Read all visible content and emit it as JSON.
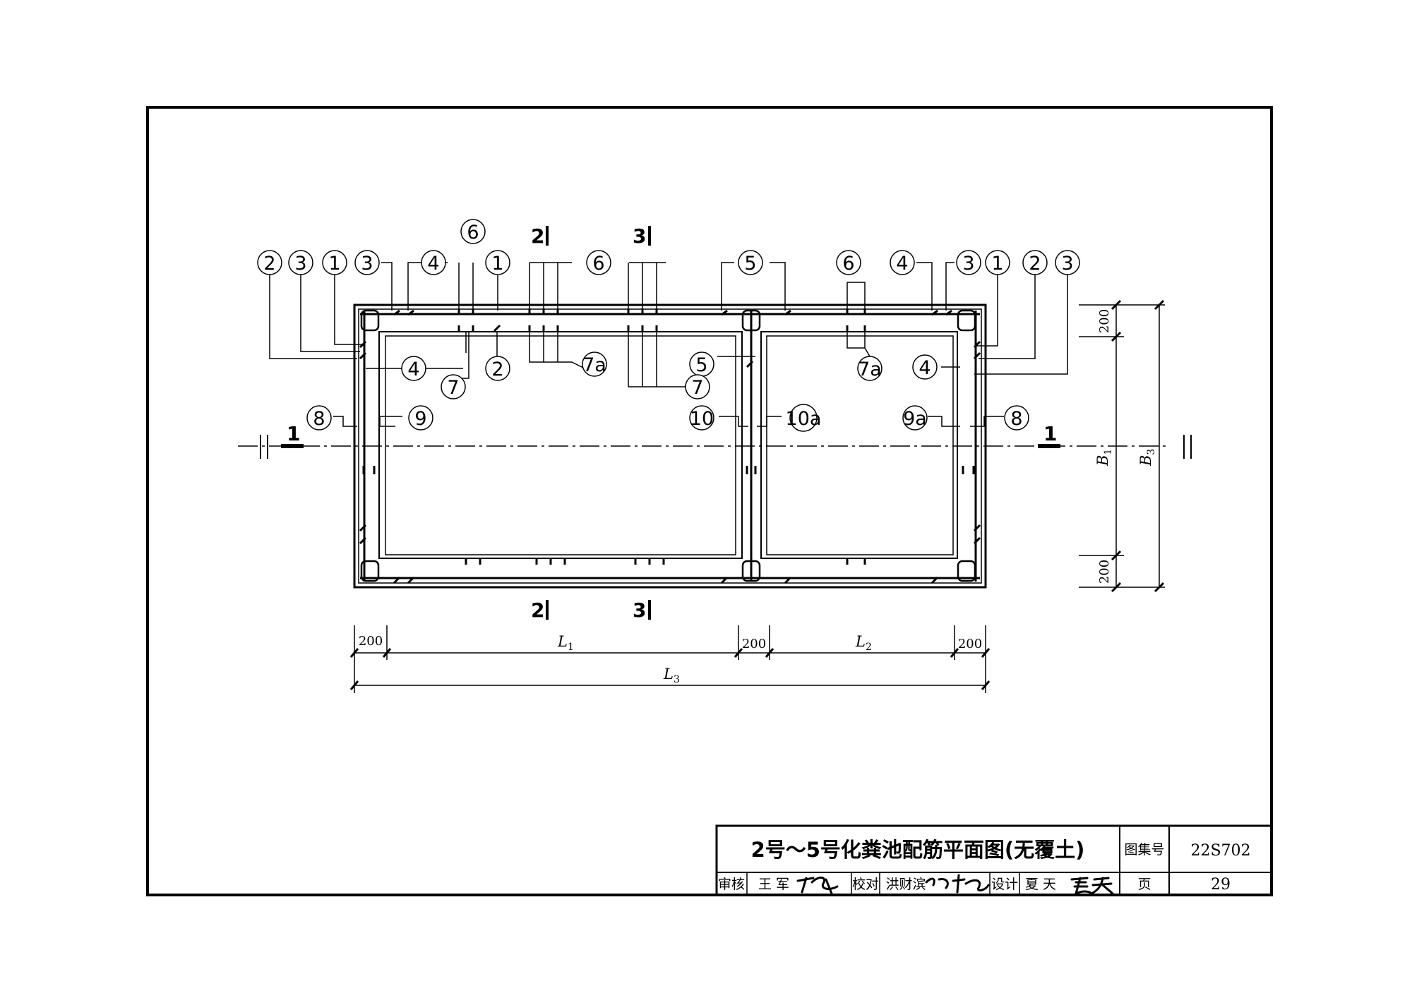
{
  "drawing": {
    "section_marks": {
      "line_1": "1",
      "cut_2": "2",
      "cut_3": "3"
    },
    "bubble_labels": {
      "b1": "1",
      "b2": "2",
      "b3": "3",
      "b4": "4",
      "b5": "5",
      "b6": "6",
      "b7": "7",
      "b7a": "7a",
      "b8": "8",
      "b9": "9",
      "b9a": "9a",
      "b10": "10",
      "b10a": "10a"
    },
    "dimensions": {
      "wall": "200",
      "L1": "L",
      "L1_sub": "1",
      "L2": "L",
      "L2_sub": "2",
      "L3": "L",
      "L3_sub": "3",
      "B1": "B",
      "B1_sub": "1",
      "B3": "B",
      "B3_sub": "3"
    }
  },
  "title_block": {
    "title": "2号～5号化粪池配筋平面图(无覆土)",
    "atlas_label": "图集号",
    "atlas_number": "22S702",
    "page_label": "页",
    "page_number": "29",
    "review_label": "审核",
    "reviewer": "王 军",
    "check_label": "校对",
    "checker": "洪财滨",
    "design_label": "设计",
    "designer": "夏 天"
  }
}
